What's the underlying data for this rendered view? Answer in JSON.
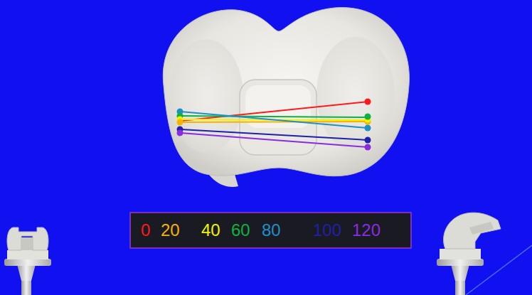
{
  "diagram": {
    "legend": [
      {
        "text": "0",
        "color": "#ff1a1a"
      },
      {
        "text": "20",
        "color": "#f5b400"
      },
      {
        "text": "40",
        "color": "#f2f200"
      },
      {
        "text": "60",
        "color": "#10b040"
      },
      {
        "text": "80",
        "color": "#1f8fc8"
      },
      {
        "text": "100",
        "color": "#2020a8"
      },
      {
        "text": "120",
        "color": "#8a2be2"
      }
    ]
  }
}
